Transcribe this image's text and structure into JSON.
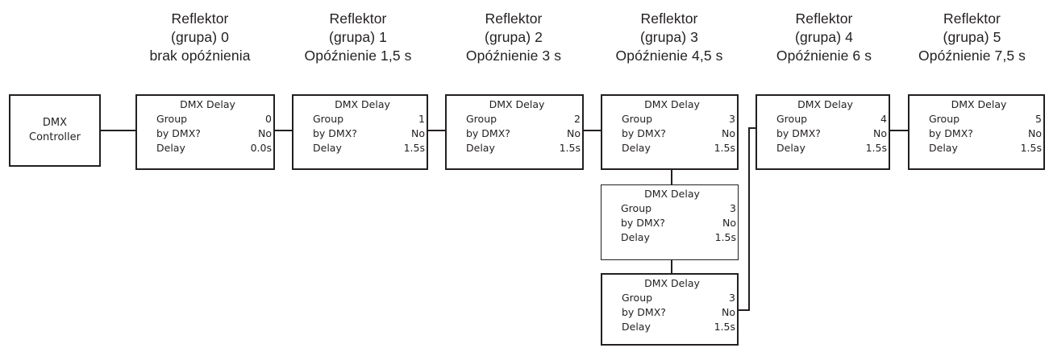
{
  "controller": {
    "label_line1": "DMX",
    "label_line2": "Controller"
  },
  "headers": [
    {
      "line1": "Reflektor",
      "line2": "(grupa) 0",
      "line3": "brak opóźnienia"
    },
    {
      "line1": "Reflektor",
      "line2": "(grupa) 1",
      "line3": "Opóźnienie 1,5 s"
    },
    {
      "line1": "Reflektor",
      "line2": "(grupa) 2",
      "line3": "Opóźnienie 3 s"
    },
    {
      "line1": "Reflektor",
      "line2": "(grupa) 3",
      "line3": "Opóźnienie 4,5 s"
    },
    {
      "line1": "Reflektor",
      "line2": "(grupa) 4",
      "line3": "Opóźnienie 6 s"
    },
    {
      "line1": "Reflektor",
      "line2": "(grupa) 5",
      "line3": "Opóźnienie 7,5 s"
    }
  ],
  "fixtures": [
    {
      "title": "DMX Delay",
      "group_label": "Group",
      "group": "0",
      "bydmx_label": "by DMX?",
      "bydmx": "No",
      "delay_label": "Delay",
      "delay": "0.0s"
    },
    {
      "title": "DMX Delay",
      "group_label": "Group",
      "group": "1",
      "bydmx_label": "by DMX?",
      "bydmx": "No",
      "delay_label": "Delay",
      "delay": "1.5s"
    },
    {
      "title": "DMX Delay",
      "group_label": "Group",
      "group": "2",
      "bydmx_label": "by DMX?",
      "bydmx": "No",
      "delay_label": "Delay",
      "delay": "1.5s"
    },
    {
      "title": "DMX Delay",
      "group_label": "Group",
      "group": "3",
      "bydmx_label": "by DMX?",
      "bydmx": "No",
      "delay_label": "Delay",
      "delay": "1.5s"
    },
    {
      "title": "DMX Delay",
      "group_label": "Group",
      "group": "4",
      "bydmx_label": "by DMX?",
      "bydmx": "No",
      "delay_label": "Delay",
      "delay": "1.5s"
    },
    {
      "title": "DMX Delay",
      "group_label": "Group",
      "group": "5",
      "bydmx_label": "by DMX?",
      "bydmx": "No",
      "delay_label": "Delay",
      "delay": "1.5s"
    },
    {
      "title": "DMX Delay",
      "group_label": "Group",
      "group": "3",
      "bydmx_label": "by DMX?",
      "bydmx": "No",
      "delay_label": "Delay",
      "delay": "1.5s"
    },
    {
      "title": "DMX Delay",
      "group_label": "Group",
      "group": "3",
      "bydmx_label": "by DMX?",
      "bydmx": "No",
      "delay_label": "Delay",
      "delay": "1.5s"
    }
  ],
  "colors": {
    "ink": "#231f20",
    "background": "#ffffff"
  }
}
